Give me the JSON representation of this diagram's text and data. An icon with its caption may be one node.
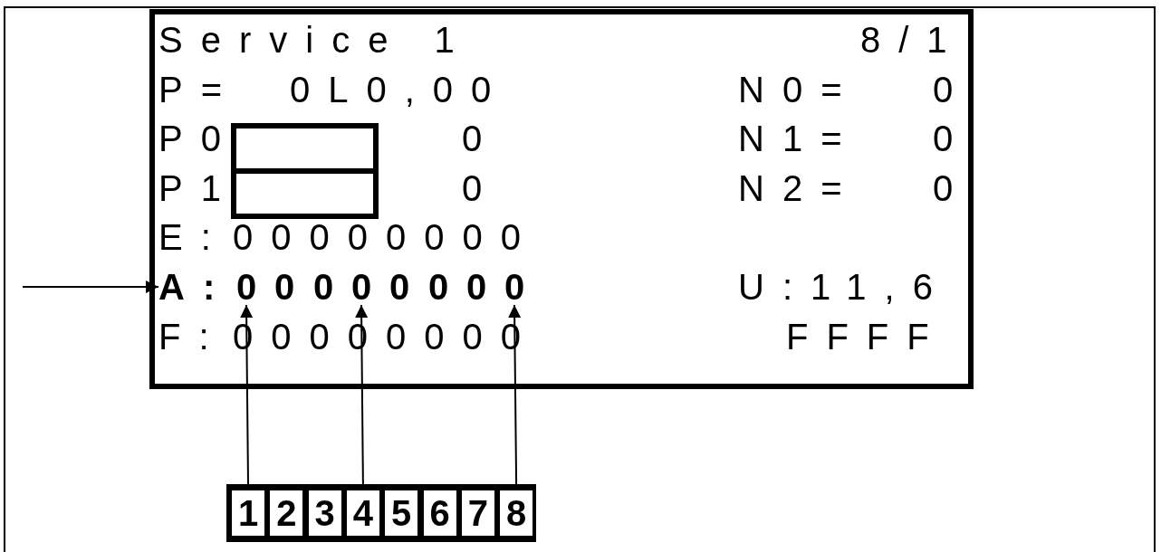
{
  "diagram": {
    "nodes": [
      {
        "text": [],
        "shape": "box"
      },
      {
        "text": [
          "A:"
        ],
        "in": 0
      },
      {
        "text": [
          "0"
        ],
        "in": 0
      },
      {
        "text": [
          "0"
        ],
        "in": 0
      },
      {
        "text": [
          "0"
        ],
        "in": 0
      },
      {
        "text": [
          "0"
        ],
        "in": 0
      },
      {
        "text": [
          "0"
        ],
        "in": 0
      },
      {
        "text": [
          "0"
        ],
        "in": 0
      },
      {
        "text": [
          "0"
        ],
        "in": 0
      },
      {
        "text": [
          "0"
        ],
        "in": 0
      },
      {
        "text": [
          "1"
        ]
      },
      {
        "text": [
          "2"
        ]
      },
      {
        "text": [
          "3"
        ]
      },
      {
        "text": [
          "4"
        ]
      },
      {
        "text": [
          "5"
        ]
      },
      {
        "text": [
          "6"
        ]
      },
      {
        "text": [
          "7"
        ]
      },
      {
        "text": [
          "8"
        ]
      }
    ],
    "edges": [
      {
        "from": null,
        "to": 1,
        "arrow": "to"
      },
      {
        "from": 10,
        "to": 2,
        "arrow": "to"
      },
      {
        "from": 13,
        "to": 5,
        "arrow": "to"
      },
      {
        "from": 17,
        "to": 9,
        "arrow": "to"
      }
    ],
    "labels": [
      "Service 1",
      "8/1",
      "P=",
      "0L0,00",
      "N0=",
      "0",
      "P0",
      "0",
      "N1=",
      "0",
      "P1",
      "0",
      "N2=",
      "0",
      "E:",
      "00000000",
      "U:11,6",
      "F:",
      "00000000",
      "FFFF"
    ]
  }
}
